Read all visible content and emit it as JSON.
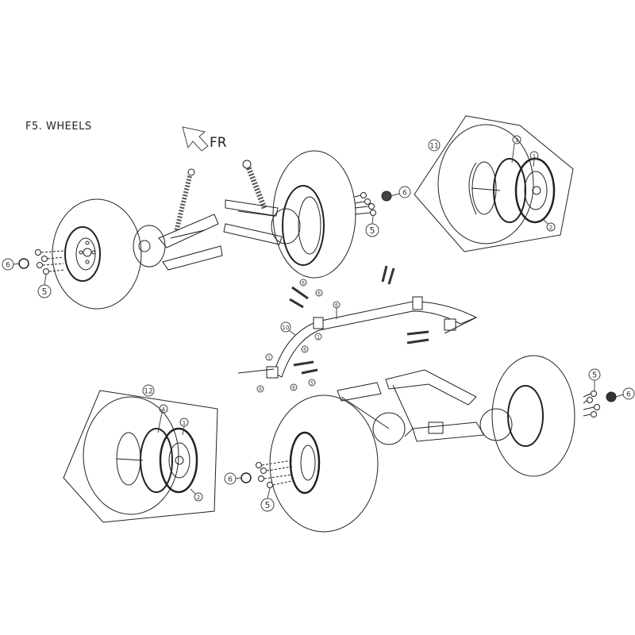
{
  "page": {
    "title": "F5. WHEELS",
    "direction_label": "FR"
  },
  "callouts": {
    "c1": "1",
    "c2": "2",
    "c3": "3",
    "c4": "4",
    "c5": "5",
    "c6": "6",
    "c10": "10",
    "c11": "11",
    "c12": "12"
  },
  "assemblies": [
    {
      "name": "front-left-wheel",
      "callouts": [
        "5",
        "6"
      ]
    },
    {
      "name": "front-right-wheel",
      "callouts": [
        "5",
        "6"
      ]
    },
    {
      "name": "front-wheel-assembly-exploded",
      "callouts": [
        "11",
        "3",
        "1",
        "2"
      ]
    },
    {
      "name": "rear-wheel-assembly-exploded",
      "callouts": [
        "12",
        "4",
        "1",
        "2"
      ]
    },
    {
      "name": "stabilizer-bar",
      "callouts": [
        "10",
        "1",
        "6",
        "5"
      ]
    },
    {
      "name": "rear-left-wheel",
      "callouts": [
        "5",
        "6"
      ]
    },
    {
      "name": "rear-right-wheel",
      "callouts": [
        "5",
        "6"
      ]
    }
  ],
  "colors": {
    "line": "#222222",
    "background": "#ffffff"
  }
}
